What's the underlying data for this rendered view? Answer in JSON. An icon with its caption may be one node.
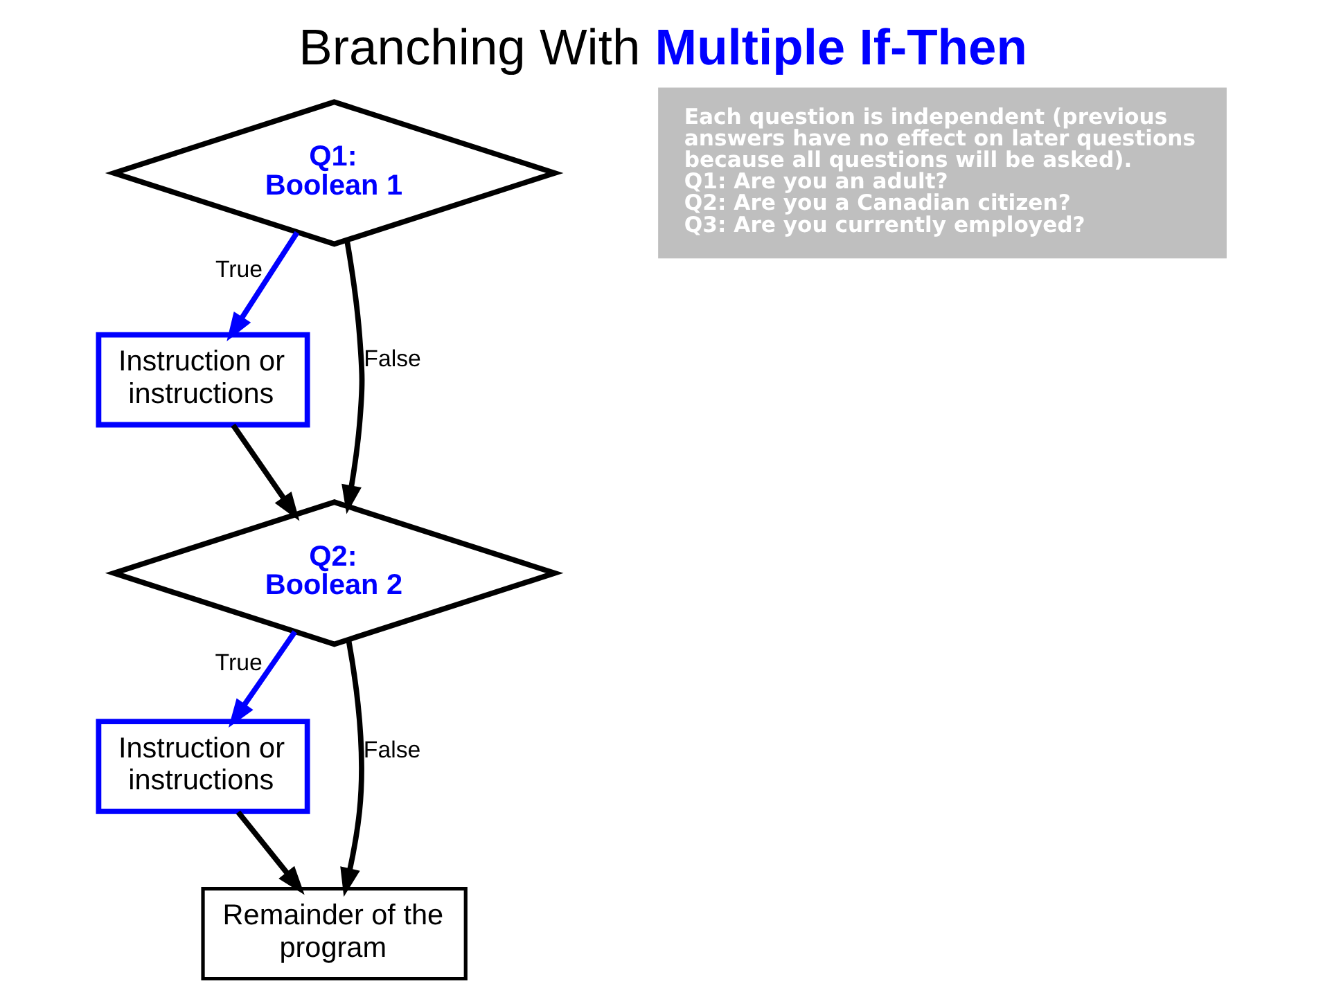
{
  "diagram": {
    "title": "Branching With **Multiple If-Then**",
    "nodes": [
      {
        "text": [
          "Q1: Boolean 1"
        ]
      },
      {
        "text": [
          "Instruction or instructions"
        ]
      },
      {
        "text": [
          "Q2: Boolean 2"
        ]
      },
      {
        "text": [
          "Instruction or instructions"
        ]
      },
      {
        "text": [
          "Remainder of the program"
        ]
      },
      {
        "text": [
          "Each question is independent (previous answers have no effect on later questions because all questions will be asked).",
          "Q1: Are you an adult?",
          "Q2: Are you a Canadian citizen?",
          "Q3: Are you currently employed?"
        ]
      }
    ],
    "edges": [
      {
        "from": 0,
        "to": 1,
        "arrow": "to",
        "label": "True",
        "color": "#0000ff"
      },
      {
        "from": 0,
        "to": 2,
        "arrow": "to",
        "label": "False"
      },
      {
        "from": 1,
        "to": 2,
        "arrow": "to"
      },
      {
        "from": 2,
        "to": 3,
        "arrow": "to",
        "label": "True",
        "color": "#0000ff"
      },
      {
        "from": 2,
        "to": 4,
        "arrow": "to",
        "label": "False"
      },
      {
        "from": 3,
        "to": 4,
        "arrow": "to"
      }
    ]
  }
}
